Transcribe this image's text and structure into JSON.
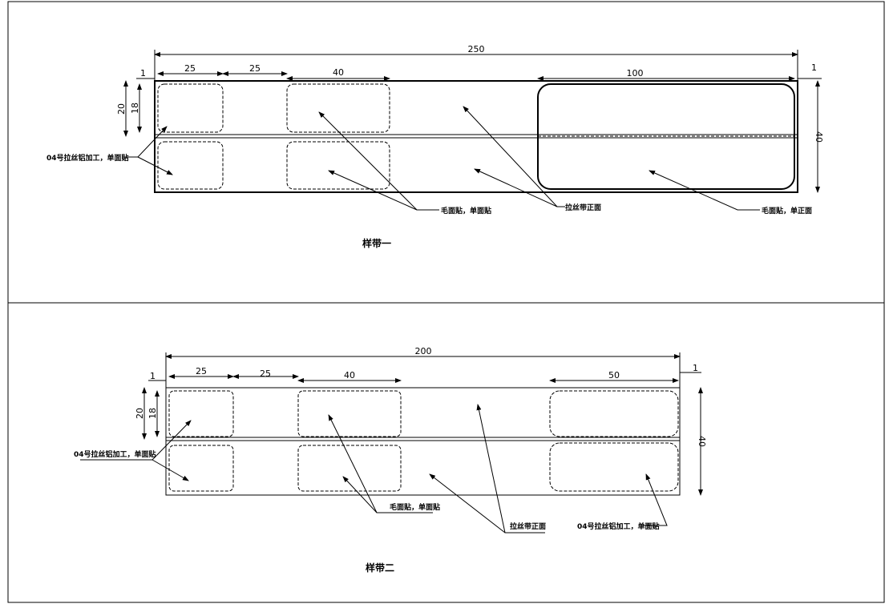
{
  "drawing_1": {
    "title": "样带一",
    "dims": {
      "total": "250",
      "left_margin": "1",
      "box1": "25",
      "gap": "25",
      "box2": "40",
      "box3": "100",
      "right_margin": "1",
      "half_height": "20",
      "box_height": "18",
      "total_height": "40"
    },
    "labels": {
      "brushed": "04号拉丝铝加工，单面贴",
      "matte": "毛面贴，单面贴",
      "strip_front": "拉丝带正面",
      "matte_front": "毛面贴，单正面"
    }
  },
  "drawing_2": {
    "title": "样带二",
    "dims": {
      "total": "200",
      "left_margin": "1",
      "box1": "25",
      "gap": "25",
      "box2": "40",
      "box3": "50",
      "right_margin": "1",
      "half_height": "20",
      "box_height": "18",
      "total_height": "40"
    },
    "labels": {
      "brushed": "04号拉丝铝加工，单面贴",
      "matte": "毛面贴，单面贴",
      "strip_front": "拉丝带正面",
      "brushed_right": "04号拉丝铝加工，单面贴"
    }
  }
}
